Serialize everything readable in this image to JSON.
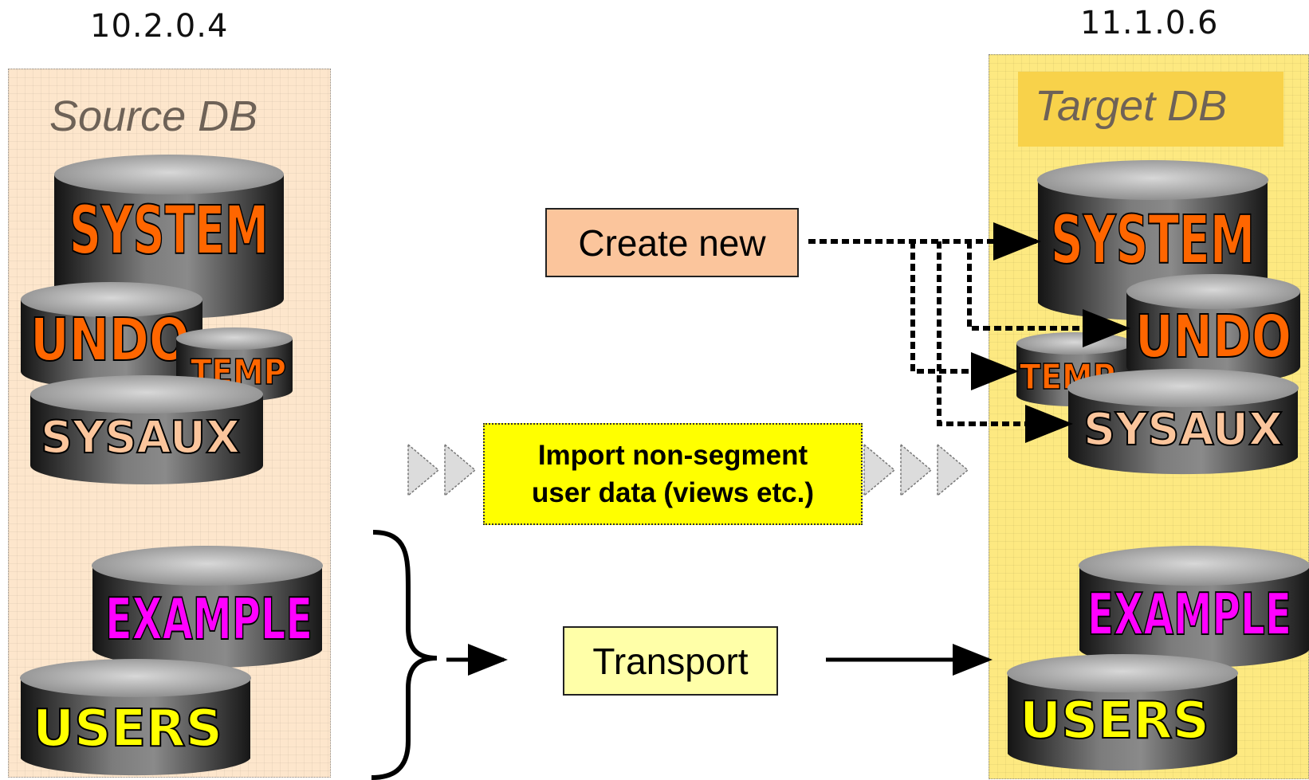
{
  "versions": {
    "source": "10.2.0.4",
    "target": "11.1.0.6"
  },
  "panels": {
    "source_title": "Source DB",
    "target_title": "Target DB"
  },
  "actions": {
    "create_new": "Create new",
    "import_line1": "Import non-segment",
    "import_line2": "user data (views etc.)",
    "transport": "Transport"
  },
  "tablespaces": {
    "system": "SYSTEM",
    "undo": "UNDO",
    "temp": "TEMP",
    "sysaux": "SYSAUX",
    "example": "EXAMPLE",
    "users": "USERS"
  },
  "colors": {
    "source_panel": "#fde6cc",
    "target_panel": "#fde981",
    "create_box": "#fbc59c",
    "transport_box": "#ffffa8",
    "import_box": "#ffff00",
    "label_orange": "#ff6600",
    "label_peach": "#fbc59c",
    "label_magenta": "#ff00ff",
    "label_yellow": "#ffff00"
  }
}
